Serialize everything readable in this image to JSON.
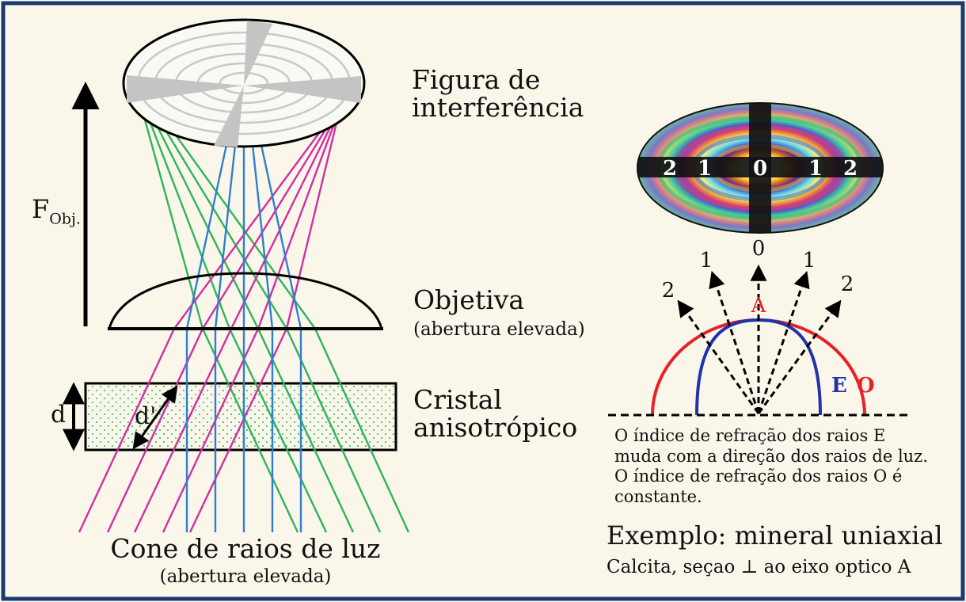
{
  "labels": {
    "interference_line1": "Figura de",
    "interference_line2": "interferência",
    "objective": "Objetiva",
    "objective_sub": "(abertura elevada)",
    "crystal_line1": "Cristal",
    "crystal_line2": "anisotrópico",
    "cone": "Cone de raios de luz",
    "cone_sub": "(abertura elevada)",
    "focal_main": "F",
    "focal_sub": "Obj.",
    "thickness": "d",
    "path_length": "d'"
  },
  "isochromes": {
    "orders": [
      "2",
      "1",
      "0",
      "1",
      "2"
    ]
  },
  "indicatrix": {
    "ray_orders": [
      "2",
      "1",
      "0",
      "1",
      "2"
    ],
    "axis_label": "A",
    "e_label": "E",
    "o_label": "O",
    "e_color": "#2233aa",
    "o_color": "#e8202a"
  },
  "notes": [
    "O índice de refração dos raios E",
    "muda com a direção dos raios de luz.",
    "O índice de refração dos raios O é",
    "constante."
  ],
  "example": {
    "title": "Exemplo: mineral uniaxial",
    "subtitle": "Calcita, seçao ⊥ ao eixo optico A"
  },
  "colors": {
    "background": "#faf7ea",
    "border": "#1a3a6e",
    "green_rays": "#2fb35a",
    "blue_rays": "#2f7fd0",
    "magenta_rays": "#d02fa0"
  }
}
